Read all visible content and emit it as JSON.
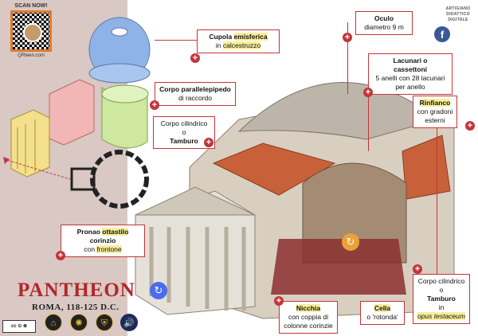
{
  "qr": {
    "top_text": "SCAN NOW!",
    "bottom_text": "QRteen.com"
  },
  "brand": {
    "line1": "ARTIGIANO",
    "line2": "DIDATTICO",
    "line3": "DIGITALE"
  },
  "icons": {
    "facebook": "f",
    "refresh": "↻",
    "speaker": "🔊",
    "cc": "cc ⊙ ⊛"
  },
  "title": "PANTHEON",
  "subtitle": "ROMA, 118-125 D.C.",
  "callouts": {
    "cupola": {
      "l1a": "Cupola ",
      "l1b": "emisferica",
      "l2a": "in ",
      "l2b": "calcestruzzo"
    },
    "oculo": {
      "l1": "Oculo",
      "l2": "diametro 9 m"
    },
    "lacunari": {
      "l1": "Lacunari o",
      "l2": "cassettoni",
      "l3": "5 anelli con 28 lacunari",
      "l4": "per anello"
    },
    "corpo_par": {
      "l1": "Corpo parallelepipedo",
      "l2": "di raccordo"
    },
    "rinfianco": {
      "l1": "Rinfianco",
      "l2": "con gradoni",
      "l3": "esterni"
    },
    "corpo_cil": {
      "l1": "Corpo cilindrico",
      "l2": "o",
      "l3": "Tamburo"
    },
    "pronao": {
      "l1a": "Pronao ",
      "l1b": "ottastilo",
      "l2": "corinzio",
      "l3a": "con ",
      "l3b": "frontone"
    },
    "nicchia": {
      "l1": "Nicchia",
      "l2": "con coppia di",
      "l3": "colonne corinzie"
    },
    "cella": {
      "l1": "Cella",
      "l2": "o 'rotonda'"
    },
    "corpo_cil2": {
      "l1": "Corpo cilindrico",
      "l2": "o",
      "l3": "Tamburo",
      "l4": "in",
      "l5": "opus testaceum"
    }
  },
  "plus": "+",
  "colors": {
    "accent": "#c4343a",
    "title": "#b3262b",
    "panel": "#d9c8c3",
    "dome_blue": "#8fb3e6",
    "green": "#cfe8a0",
    "pink": "#f3b6b6",
    "yellow": "#f4e08a",
    "stone": "#d8cfc1",
    "roof": "#c8613a"
  }
}
